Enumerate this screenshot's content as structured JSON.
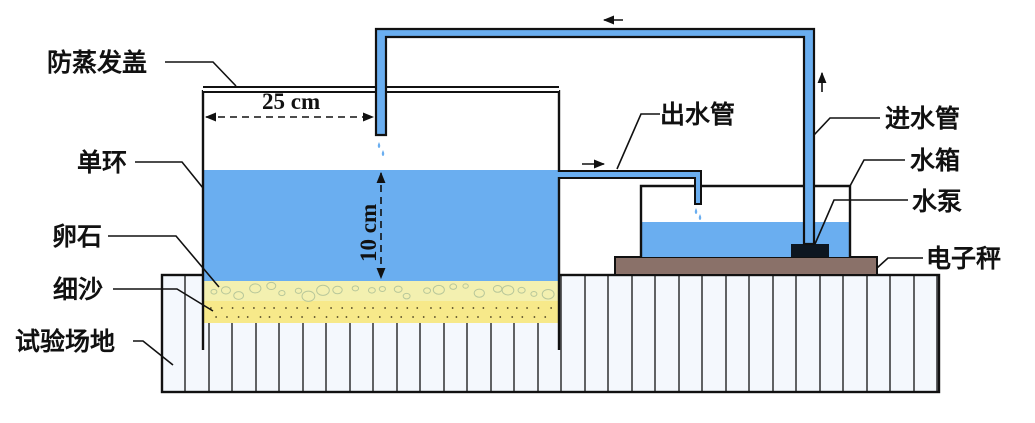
{
  "diagram": {
    "labels": {
      "lid": "防蒸发盖",
      "ring": "单环",
      "gravel": "卵石",
      "sand": "细沙",
      "site": "试验场地",
      "outlet_pipe": "出水管",
      "inlet_pipe": "进水管",
      "tank": "水箱",
      "pump": "水泵",
      "scale": "电子秤"
    },
    "dimensions": {
      "radius": "25 cm",
      "water_depth": "10 cm"
    },
    "colors": {
      "water": "#6aaef0",
      "gravel_layer": "#f3f0b0",
      "sand_layer": "#f7e98a",
      "ground": "#f4f8fd",
      "scale": "#8a7169",
      "pump": "#0d1620",
      "outline": "#111111"
    }
  }
}
